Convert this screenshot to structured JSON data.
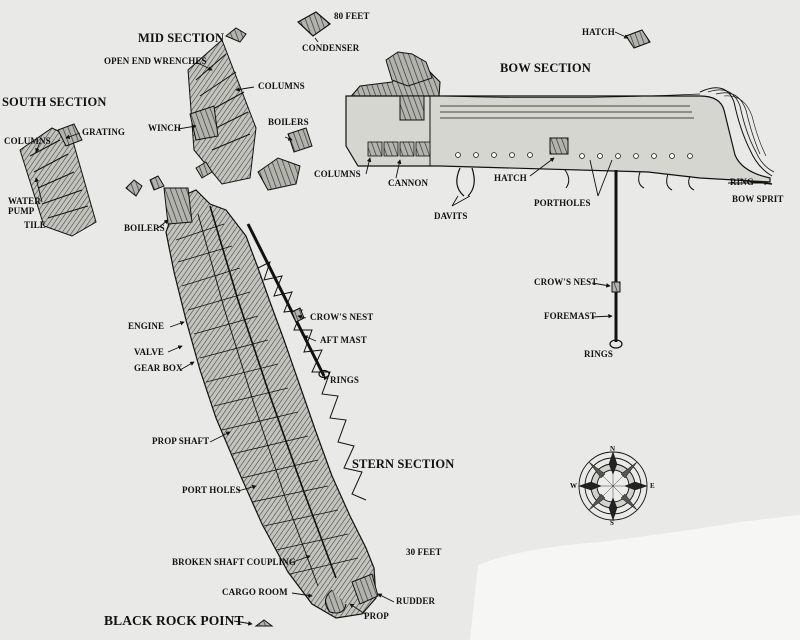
{
  "sections": {
    "south": "SOUTH SECTION",
    "mid": "MID SECTION",
    "bow": "BOW SECTION",
    "stern": "STERN SECTION",
    "black_rock_point": "BLACK ROCK POINT"
  },
  "labels": {
    "feet_80": "80 FEET",
    "condenser": "CONDENSER",
    "hatch_top": "HATCH",
    "open_end_wrenches": "OPEN END WRENCHES",
    "columns_mid": "COLUMNS",
    "boilers_mid": "BOILERS",
    "winch": "WINCH",
    "columns_south": "COLUMNS",
    "grating": "GRATING",
    "water": "WATER",
    "pump": "PUMP",
    "tile": "TILE",
    "boilers_stern": "BOILERS",
    "columns_bow": "COLUMNS",
    "cannon": "CANNON",
    "davits": "DAVITS",
    "hatch_bow": "HATCH",
    "portholes": "PORTHOLES",
    "ring": "RING",
    "bow_sprit": "BOW SPRIT",
    "crows_nest_bow": "CROW'S NEST",
    "foremast": "FOREMAST",
    "rings_bow": "RINGS",
    "crows_nest_stern": "CROW'S NEST",
    "aft_mast": "AFT MAST",
    "rings_stern": "RINGS",
    "engine": "ENGINE",
    "valve": "VALVE",
    "gear_box": "GEAR BOX",
    "prop_shaft": "PROP SHAFT",
    "port_holes": "PORT HOLES",
    "broken_shaft_coupling": "BROKEN SHAFT COUPLING",
    "cargo_room": "CARGO ROOM",
    "prop": "PROP",
    "rudder": "RUDDER",
    "feet_30": "30 FEET"
  },
  "compass": {
    "n": "N",
    "s": "S",
    "e": "E",
    "w": "W"
  },
  "colors": {
    "paper": "#e9e9e7",
    "ink": "#1a1a1a",
    "wreck_fill": "#b9b9b4",
    "hull_fill": "#d6d6d0"
  }
}
